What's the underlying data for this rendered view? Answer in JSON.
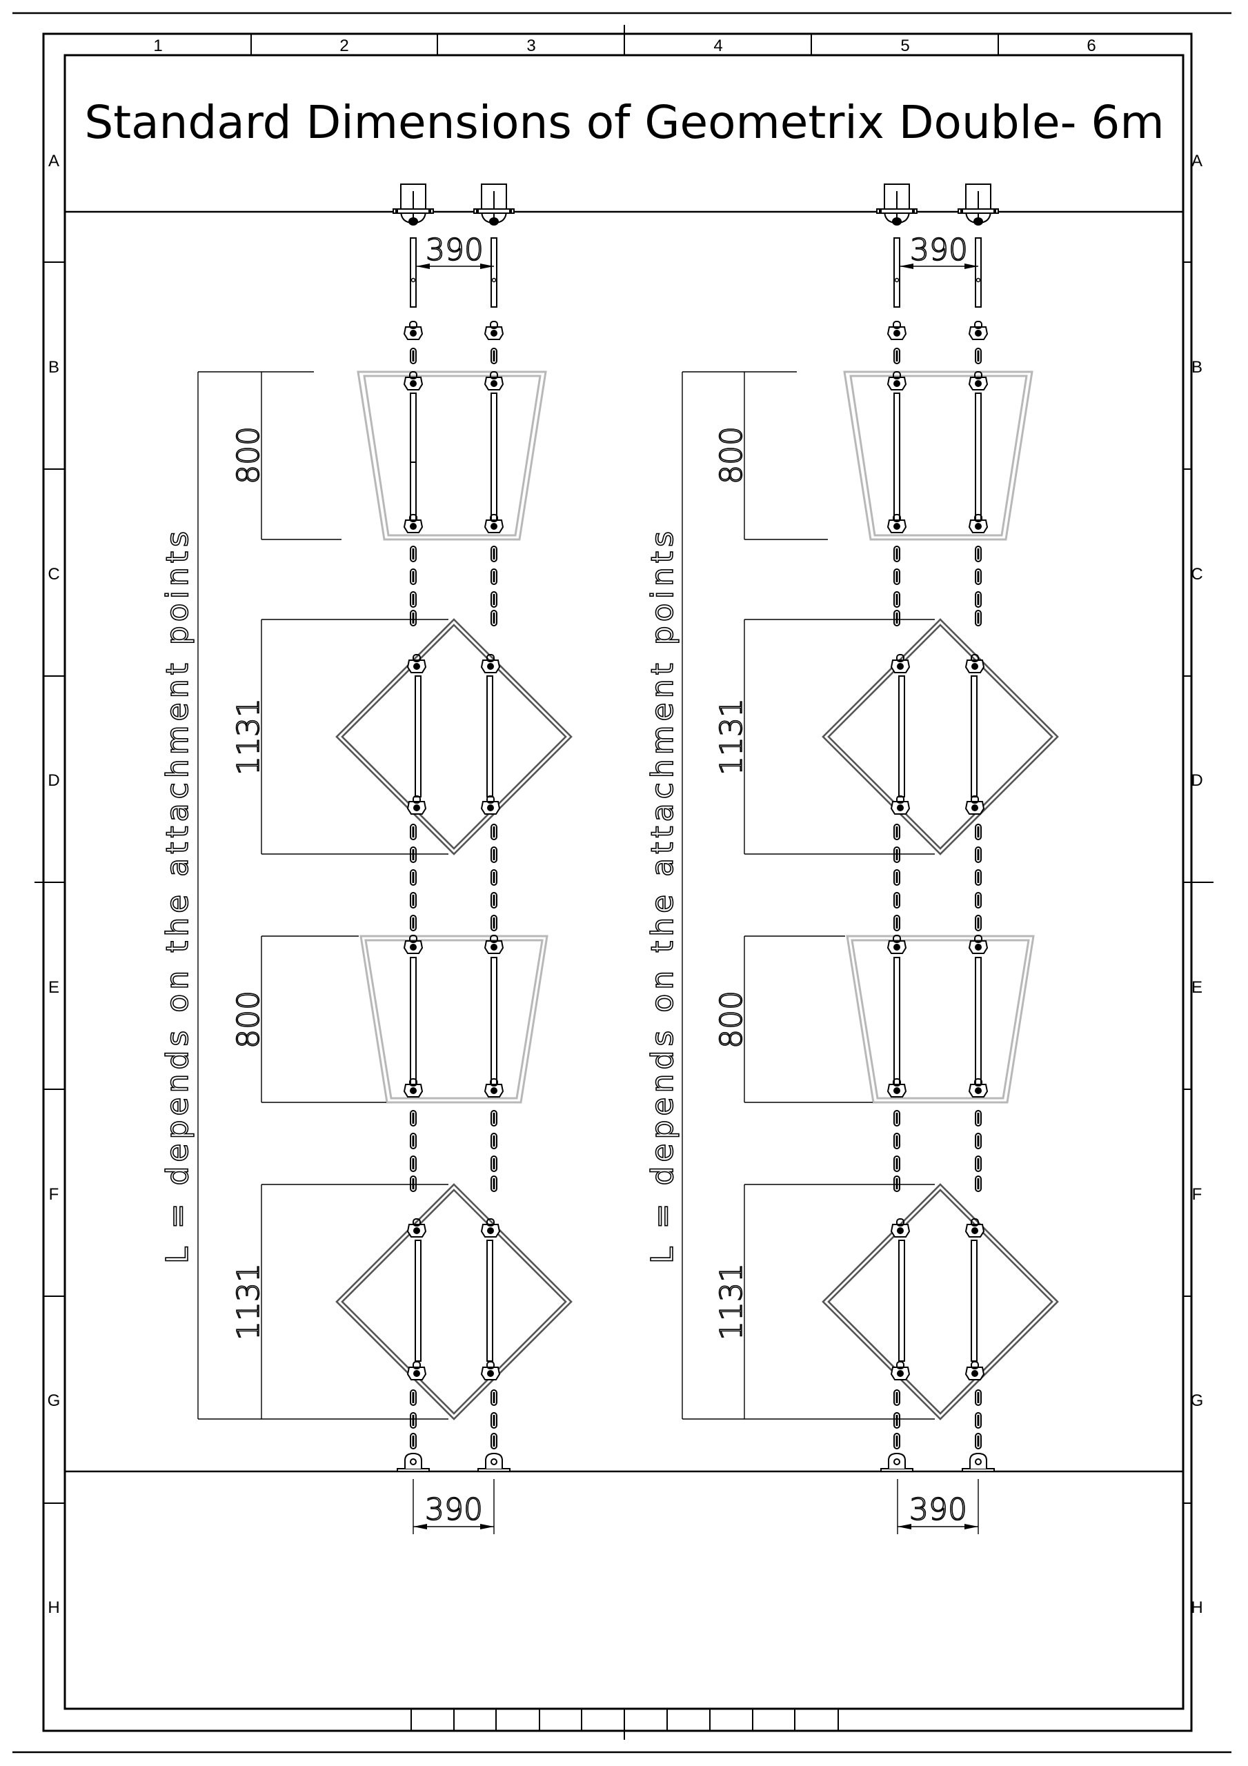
{
  "title": "Standard Dimensions of Geometrix Double- 6m",
  "grid": {
    "columns": [
      "1",
      "2",
      "3",
      "4",
      "5",
      "6"
    ],
    "rows": [
      "A",
      "B",
      "C",
      "D",
      "E",
      "F",
      "G",
      "H"
    ]
  },
  "dimensions": {
    "spacing_top_left": "390",
    "spacing_top_right": "390",
    "spacing_bottom_left": "390",
    "spacing_bottom_right": "390",
    "trapezoid_height": "800",
    "diamond_height": "1131"
  },
  "assemblies": [
    {
      "name": "left",
      "length_note": "L = depends on the attachment points",
      "panels": [
        {
          "shape": "trapezoid",
          "label": "800"
        },
        {
          "shape": "diamond",
          "label": "1131"
        },
        {
          "shape": "trapezoid",
          "label": "800"
        },
        {
          "shape": "diamond",
          "label": "1131"
        }
      ],
      "top_spacing": "390",
      "bottom_spacing": "390"
    },
    {
      "name": "right",
      "length_note": "L = depends on the attachment points",
      "panels": [
        {
          "shape": "trapezoid",
          "label": "800"
        },
        {
          "shape": "diamond",
          "label": "1131"
        },
        {
          "shape": "trapezoid",
          "label": "800"
        },
        {
          "shape": "diamond",
          "label": "1131"
        }
      ],
      "top_spacing": "390",
      "bottom_spacing": "390"
    }
  ],
  "colors": {
    "line": "#000000",
    "panel_outline": "#b8b8b8",
    "background": "#ffffff"
  }
}
